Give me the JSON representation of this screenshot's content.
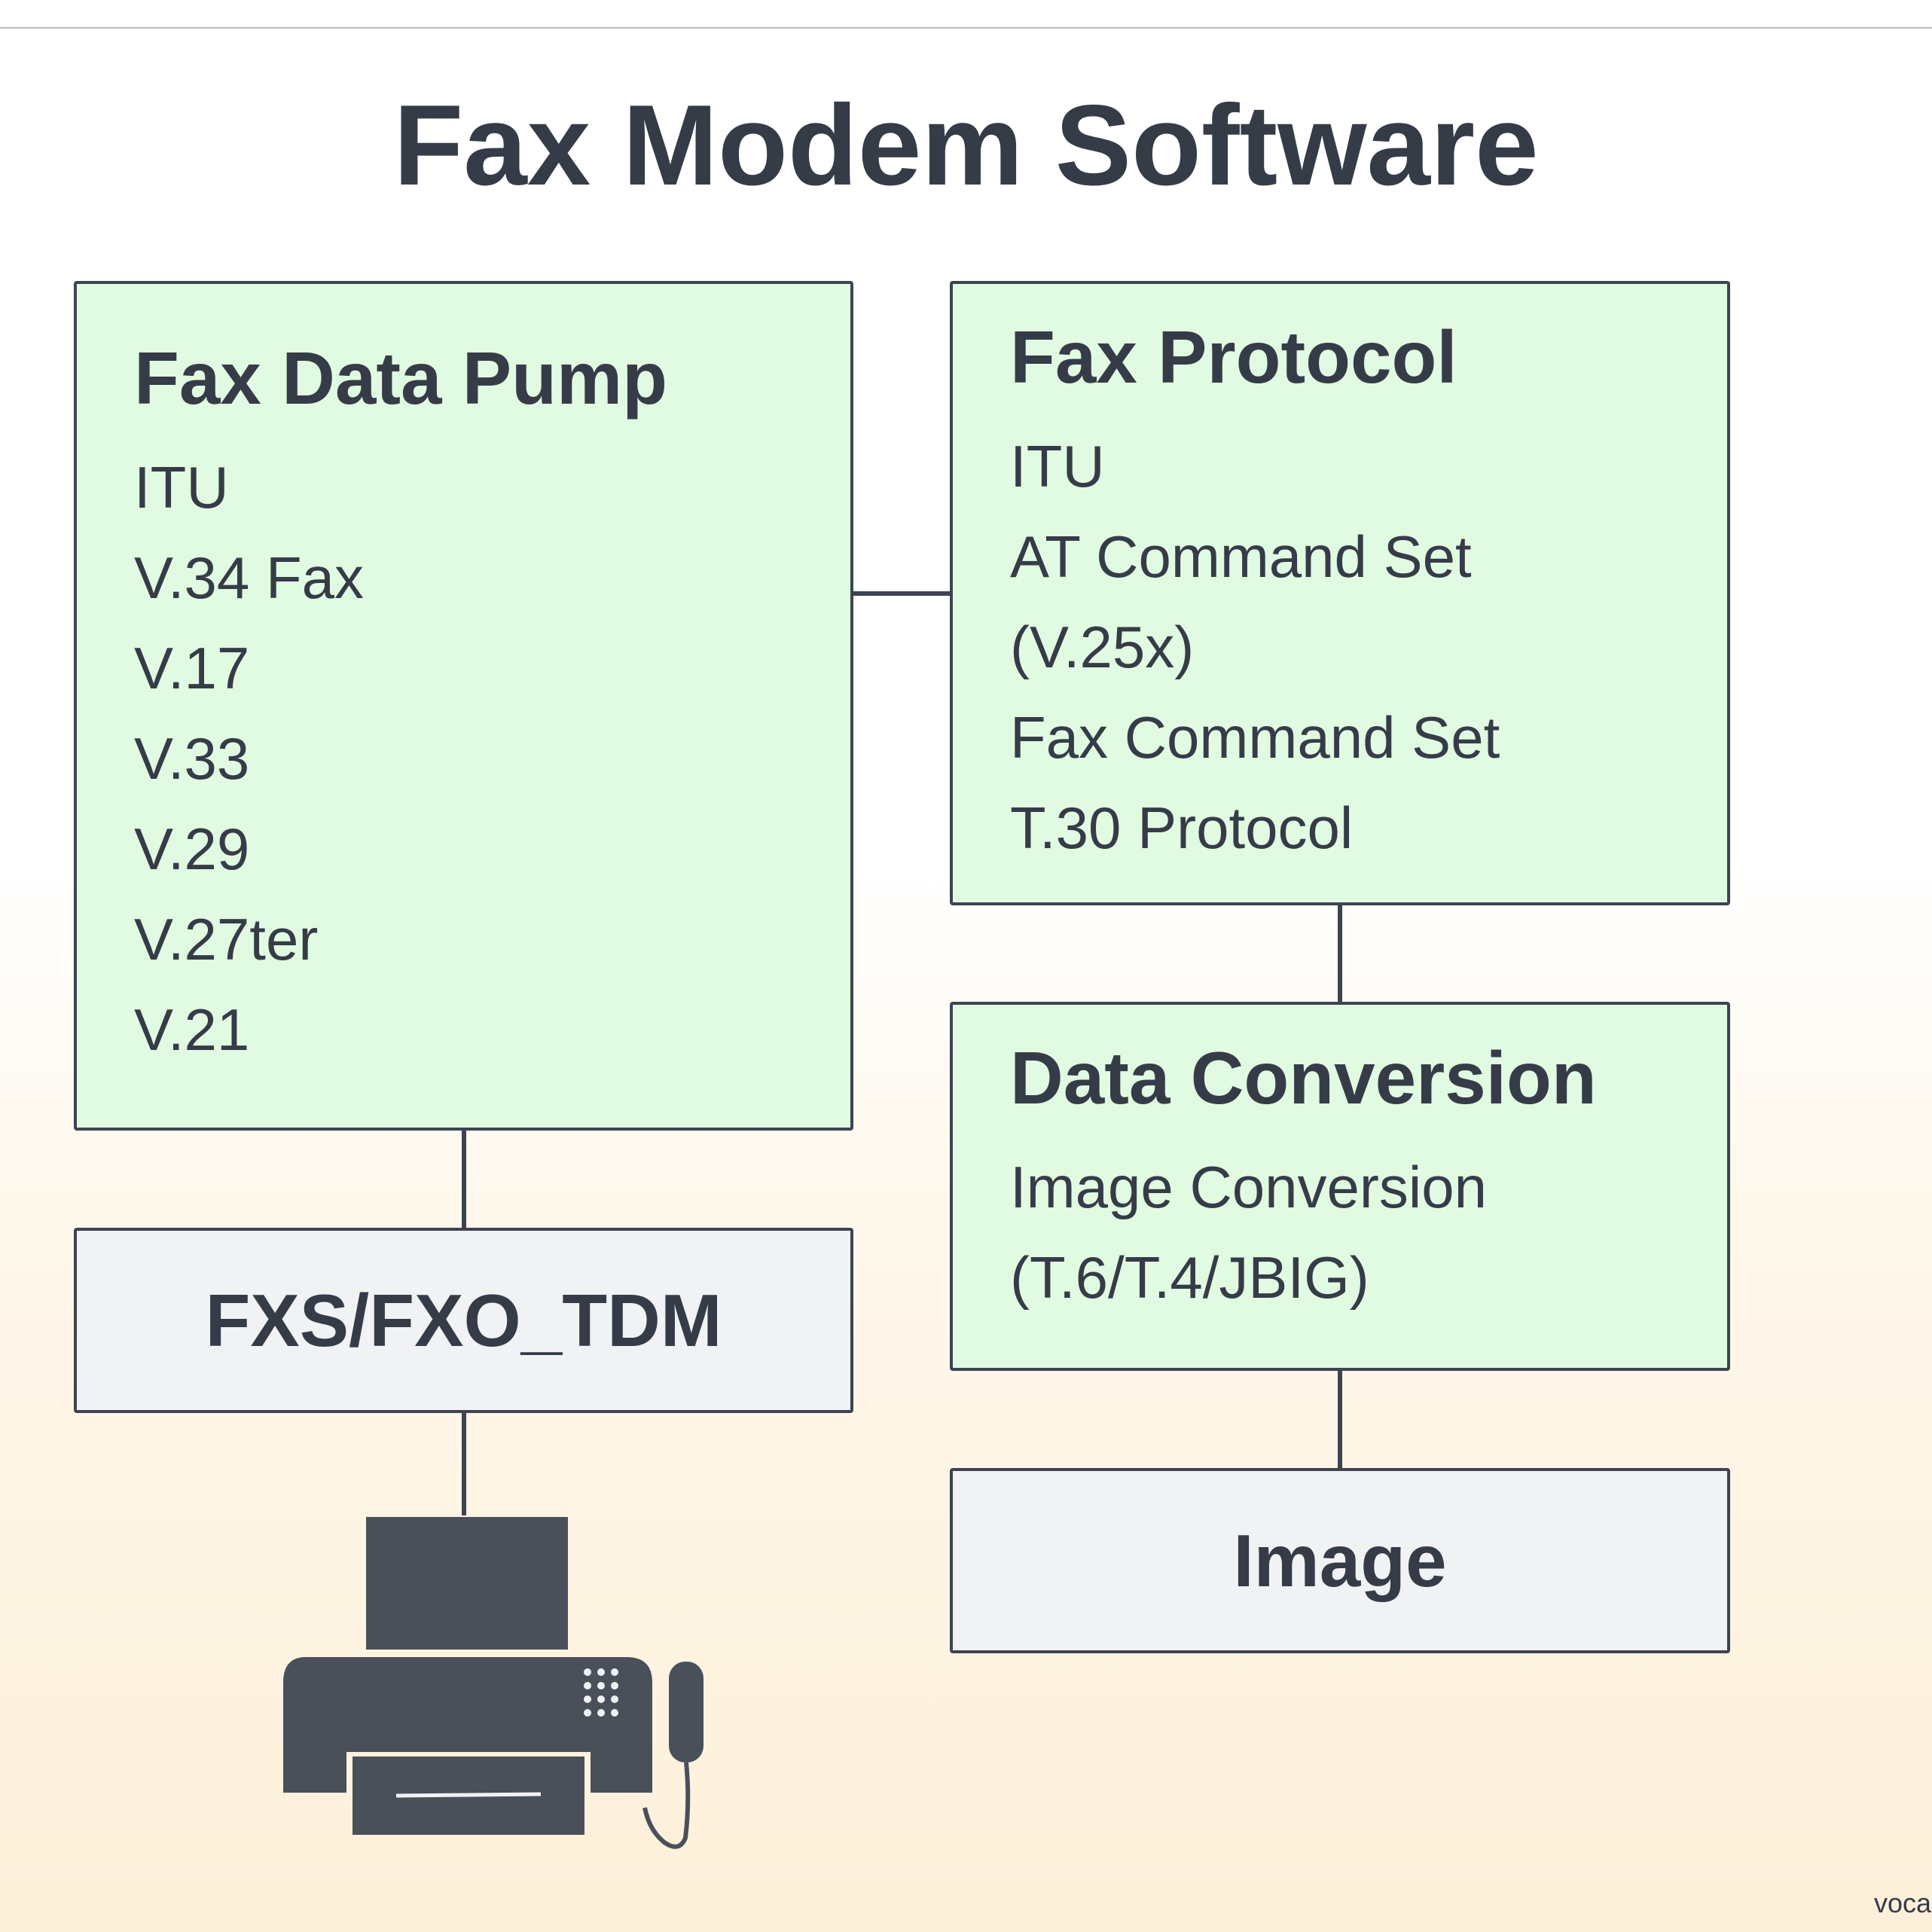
{
  "title": "Fax Modem Software",
  "boxes": {
    "fax_data_pump": {
      "title": "Fax Data Pump",
      "items": [
        "ITU",
        "V.34 Fax",
        "V.17",
        "V.33",
        "V.29",
        "V.27ter",
        "V.21"
      ]
    },
    "fax_protocol": {
      "title": "Fax Protocol",
      "items": [
        "ITU",
        "AT Command Set",
        "(V.25x)",
        "Fax Command Set",
        "T.30 Protocol"
      ]
    },
    "data_conversion": {
      "title": "Data Conversion",
      "items": [
        "Image Conversion",
        "(T.6/T.4/JBIG)"
      ]
    },
    "fxs_fxo": {
      "label": "FXS/FXO_TDM"
    },
    "image": {
      "label": "Image"
    }
  },
  "icons": {
    "fax_machine": "fax-machine-icon"
  },
  "colors": {
    "text": "#353c47",
    "border": "#3d4450",
    "green_fill": "#e1fae2",
    "grey_fill": "#f1f2f4",
    "icon": "#4a505a"
  },
  "footer": {
    "text": "voca"
  }
}
